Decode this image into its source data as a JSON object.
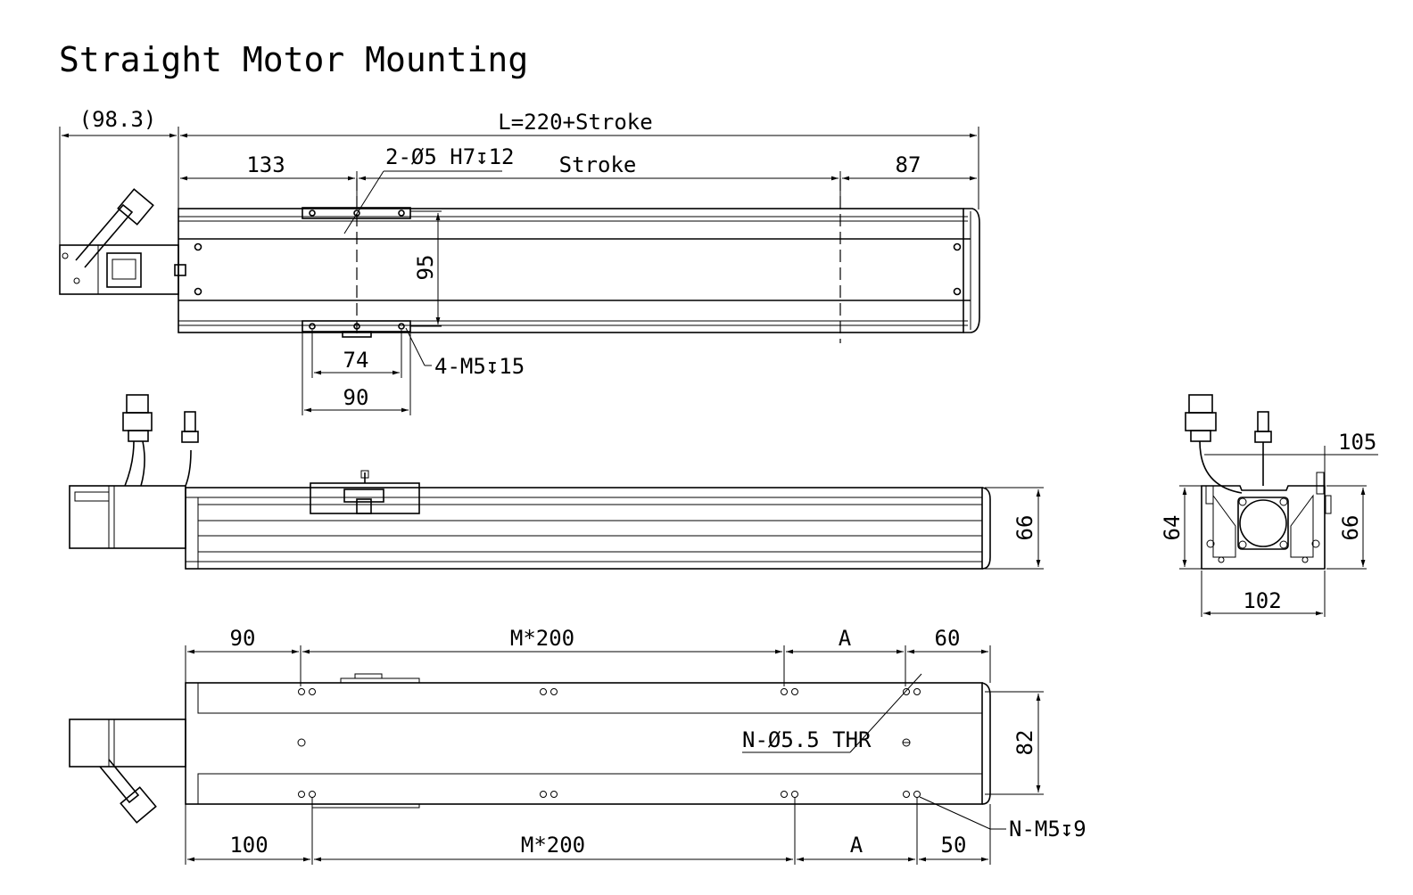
{
  "title": "Straight Motor Mounting",
  "top_view": {
    "motor_offset": "(98.3)",
    "total_length": "L=220+Stroke",
    "left_margin": "133",
    "pin_holes": "2-Ø5 H7",
    "pin_depth": "12",
    "stroke": "Stroke",
    "right_margin": "87",
    "height": "95",
    "inner_width": "74",
    "carriage_width": "90",
    "tap_holes": "4-M5",
    "tap_depth": "15"
  },
  "side_view": {
    "height": "66"
  },
  "end_view": {
    "total_height": "105",
    "body_height_left": "64",
    "body_height_right": "66",
    "width": "102"
  },
  "bottom_view": {
    "top_left": "90",
    "top_pitch": "M*200",
    "top_a": "A",
    "top_right": "60",
    "thru_holes": "N-Ø5.5 THR",
    "slot_width": "82",
    "tap_holes": "N-M5",
    "tap_depth": "9",
    "bottom_left": "100",
    "bottom_pitch": "M*200",
    "bottom_a": "A",
    "bottom_right": "50"
  },
  "symbols": {
    "depth": "↧"
  }
}
